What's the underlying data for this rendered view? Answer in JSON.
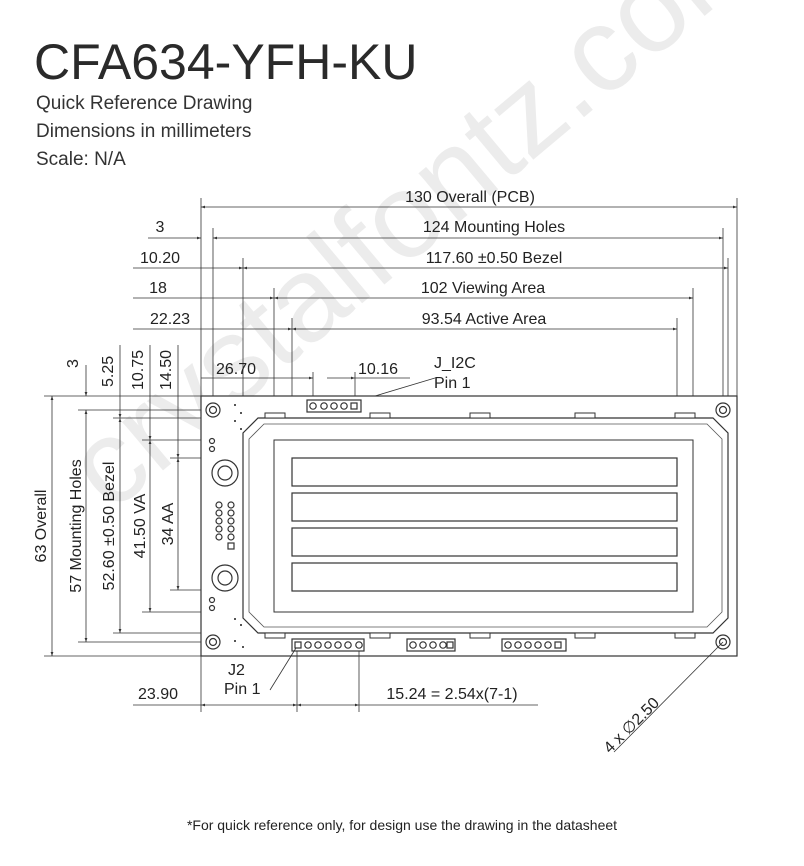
{
  "header": {
    "title": "CFA634-YFH-KU",
    "subtitle1": "Quick Reference Drawing",
    "subtitle2": "Dimensions in millimeters",
    "subtitle3": "Scale: N/A"
  },
  "watermark": "crystalfontz.com",
  "dimensions": {
    "overall_pcb": "130 Overall (PCB)",
    "mount_h_offset": "3",
    "mounting_holes_h": "124 Mounting Holes",
    "bezel_h_offset": "10.20",
    "bezel_h": "117.60 ±0.50 Bezel",
    "view_h_offset": "18",
    "viewing_area": "102 Viewing Area",
    "active_h_offset": "22.23",
    "active_area": "93.54 Active Area",
    "v_3": "3",
    "v_525": "5.25",
    "v_1075": "10.75",
    "v_1450": "14.50",
    "offset_2670": "26.70",
    "pitch_1016": "10.16",
    "j_i2c": "J_I2C",
    "j_i2c_pin": "Pin 1",
    "overall_v": "63 Overall",
    "mounting_v": "57 Mounting Holes",
    "bezel_v": "52.60 ±0.50 Bezel",
    "va_v": "41.50 VA",
    "aa_v": "34 AA",
    "j2": "J2",
    "j2_pin": "Pin 1",
    "offset_2390": "23.90",
    "pitch_formula": "15.24 = 2.54x(7-1)",
    "hole_dia": "4 x ∅2.50"
  },
  "footnote": "*For quick reference only, for design use the drawing in the datasheet"
}
